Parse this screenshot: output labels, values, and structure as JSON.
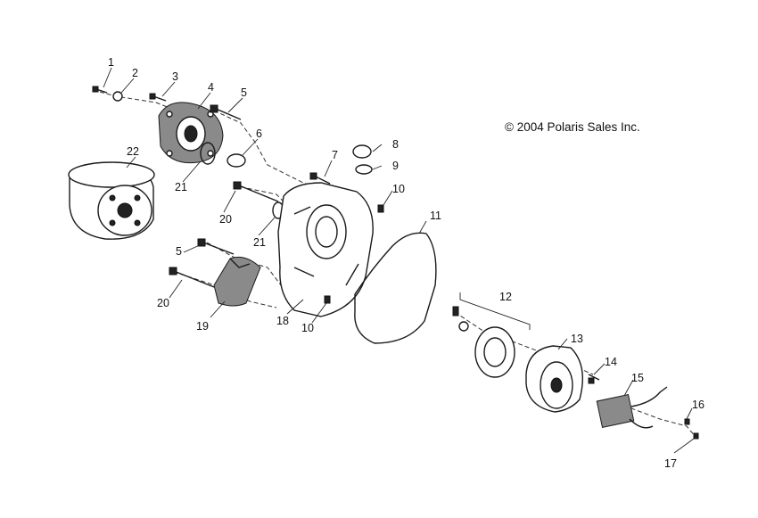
{
  "copyright": "© 2004 Polaris Sales Inc.",
  "callouts": [
    "1",
    "2",
    "3",
    "4",
    "5",
    "6",
    "7",
    "8",
    "9",
    "10",
    "11",
    "12",
    "13",
    "14",
    "15",
    "16",
    "17",
    "18",
    "19",
    "20",
    "21",
    "22"
  ],
  "callouts_repeat": {
    "5b": "5",
    "10b": "10",
    "20b": "20",
    "21b": "21"
  }
}
